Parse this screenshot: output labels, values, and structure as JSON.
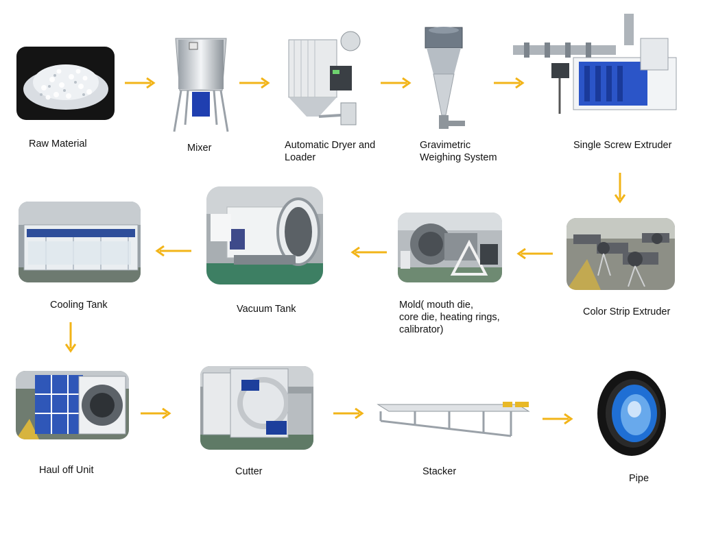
{
  "diagram": {
    "accent_color": "#f2b418",
    "steps": [
      {
        "id": "raw-material",
        "label": "Raw  Material",
        "icon": "plastic-pellets"
      },
      {
        "id": "mixer",
        "label": "Mixer",
        "icon": "mixer-machine"
      },
      {
        "id": "dryer",
        "label": "Automatic Dryer and\nLoader",
        "icon": "dryer-machine"
      },
      {
        "id": "gravimetric",
        "label": "  Gravimetric\nWeighing System",
        "icon": "weighing-cone"
      },
      {
        "id": "extruder",
        "label": "Single Screw Extruder",
        "icon": "extruder-machine"
      },
      {
        "id": "color-strip",
        "label": "Color Strip Extruder",
        "icon": "strip-extruder"
      },
      {
        "id": "mold",
        "label": "Mold( mouth die,\ncore die, heating rings,\ncalibrator)",
        "icon": "mold-die"
      },
      {
        "id": "vacuum-tank",
        "label": "Vacuum Tank",
        "icon": "vacuum-tank"
      },
      {
        "id": "cooling-tank",
        "label": "Cooling Tank",
        "icon": "cooling-tank"
      },
      {
        "id": "haul-off",
        "label": "Haul off Unit",
        "icon": "haul-off"
      },
      {
        "id": "cutter",
        "label": "Cutter",
        "icon": "cutter-machine"
      },
      {
        "id": "stacker",
        "label": "Stacker",
        "icon": "stacker-rack"
      },
      {
        "id": "pipe",
        "label": "Pipe",
        "icon": "pipe-ring"
      }
    ]
  }
}
